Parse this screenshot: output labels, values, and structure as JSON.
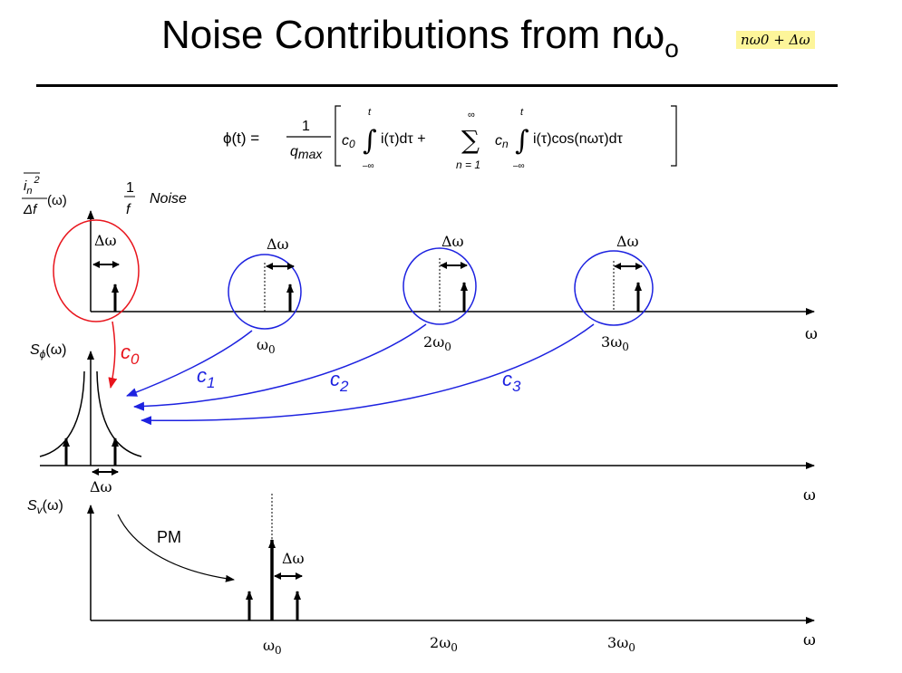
{
  "title": {
    "main": "Noise Contributions from nω",
    "sub": "o",
    "badge": "nω0 + Δω"
  },
  "equation": {
    "lhs": "ϕ(t) =",
    "fraction_num": "1",
    "fraction_den_q": "q",
    "fraction_den_sub": "max",
    "c0": "c",
    "c0_sub": "0",
    "integral_upper": "t",
    "integral_lower": "–∞",
    "integrand1": "i(τ)dτ +",
    "sum_upper": "∞",
    "sum_lower": "n = 1",
    "cn": "c",
    "cn_sub": "n",
    "integrand2": "i(τ)cos(nωτ)dτ"
  },
  "top_plot": {
    "ylabel_num": "i",
    "ylabel_num_sub": "n",
    "ylabel_num_sup": "2",
    "ylabel_den": "Δf",
    "ylabel_arg": "(ω)",
    "flicker_num": "1",
    "flicker_den": "f",
    "flicker_label": "Noise",
    "delta": "Δω",
    "xlabel": "ω",
    "ticks": [
      {
        "coef": "",
        "sym": "ω",
        "sub": "0"
      },
      {
        "coef": "2",
        "sym": "ω",
        "sub": "0"
      },
      {
        "coef": "3",
        "sym": "ω",
        "sub": "0"
      }
    ]
  },
  "coefficients": {
    "c0": {
      "letter": "c",
      "sub": "0",
      "color": "#e8141c"
    },
    "c1": {
      "letter": "c",
      "sub": "1",
      "color": "#1d22e0"
    },
    "c2": {
      "letter": "c",
      "sub": "2",
      "color": "#1d22e0"
    },
    "c3": {
      "letter": "c",
      "sub": "3",
      "color": "#1d22e0"
    }
  },
  "middle_plot": {
    "ylabel": "S",
    "ylabel_sub": "ϕ",
    "ylabel_arg": "(ω)",
    "delta": "Δω",
    "xlabel": "ω"
  },
  "bottom_plot": {
    "ylabel": "S",
    "ylabel_sub": "v",
    "ylabel_arg": "(ω)",
    "pm_label": "PM",
    "delta": "Δω",
    "xlabel": "ω",
    "ticks": [
      {
        "coef": "",
        "sym": "ω",
        "sub": "0"
      },
      {
        "coef": "2",
        "sym": "ω",
        "sub": "0"
      },
      {
        "coef": "3",
        "sym": "ω",
        "sub": "0"
      }
    ]
  },
  "colors": {
    "red": "#e8141c",
    "blue": "#1d22e0",
    "highlight": "#fdf59a"
  }
}
